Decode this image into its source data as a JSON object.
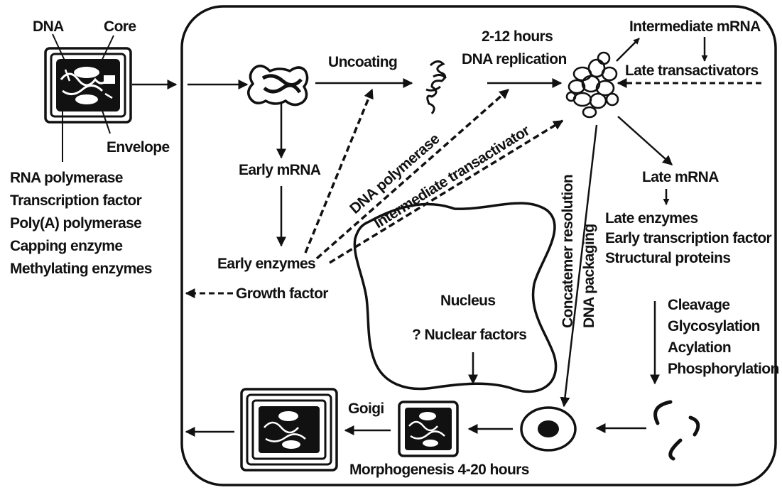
{
  "virion_labels": {
    "dna": "DNA",
    "core": "Core",
    "envelope": "Envelope"
  },
  "core_enzymes": [
    "RNA polymerase",
    "Transcription factor",
    "Poly(A) polymerase",
    "Capping enzyme",
    "Methylating enzymes"
  ],
  "steps": {
    "uncoating": "Uncoating",
    "replication_time": "2-12 hours",
    "dna_replication": "DNA replication",
    "intermediate_mrna": "Intermediate mRNA",
    "late_transactivators": "Late transactivators",
    "early_mrna": "Early mRNA",
    "early_enzymes": "Early enzymes",
    "growth_factor": "Growth factor",
    "dna_polymerase": "DNA polymerase",
    "intermediate_transactivator": "Intermediate transactivator",
    "late_mrna": "Late mRNA",
    "concatemer_resolution": "Concatemer resolution",
    "dna_packaging": "DNA packaging",
    "nucleus": "Nucleus",
    "nuclear_factors": "? Nuclear factors",
    "golgi": "Goigi",
    "morphogenesis": "Morphogenesis 4-20 hours"
  },
  "late_products": [
    "Late enzymes",
    "Early transcription factor",
    "Structural proteins"
  ],
  "modifications": [
    "Cleavage",
    "Glycosylation",
    "Acylation",
    "Phosphorylation"
  ]
}
